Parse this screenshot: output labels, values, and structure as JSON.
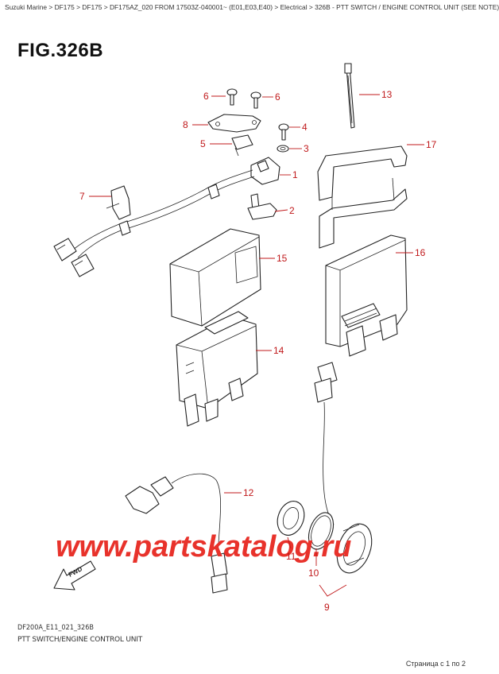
{
  "breadcrumb": {
    "text": "Suzuki Marine > DF175 > DF175 > DF175AZ_020 FROM 17503Z-040001~ (E01,E03,E40) > Electrical > 326B - PTT SWITCH / ENGINE CONTROL UNIT (SEE NOTE)"
  },
  "figure": {
    "title": "FIG.326B",
    "code": "DF200A_E11_021_326B",
    "caption": "PTT SWITCH/ENGINE CONTROL UNIT"
  },
  "callouts": [
    "1",
    "2",
    "3",
    "4",
    "5",
    "6",
    "6",
    "7",
    "8",
    "9",
    "10",
    "11",
    "12",
    "13",
    "14",
    "15",
    "16",
    "17"
  ],
  "watermark": "www.partskatalog.ru",
  "fwd_label": "FWD",
  "page_info": "Страница с 1 по 2",
  "colors": {
    "callout": "#c0191b",
    "watermark": "#e8322b",
    "line": "#222222"
  }
}
